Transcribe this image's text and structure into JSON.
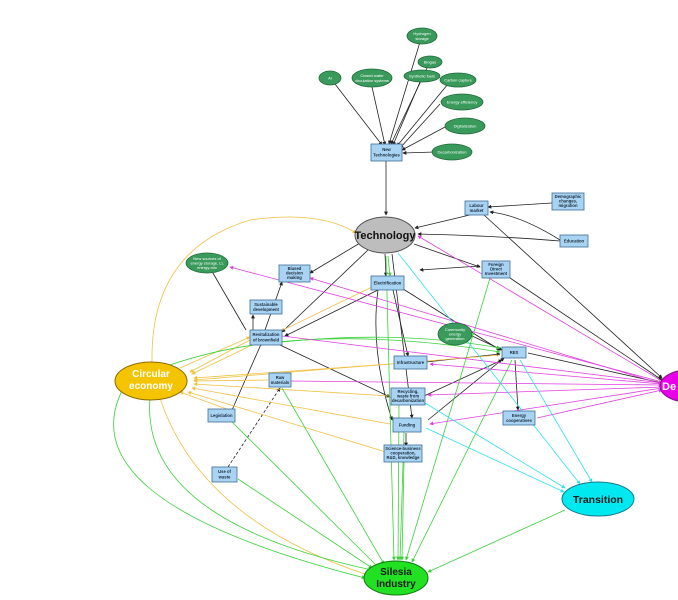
{
  "hubs": {
    "technology": {
      "label": "Technology",
      "color": "#bdbdbd"
    },
    "circular": {
      "line1": "Circular",
      "line2": "economy",
      "color": "#f5c400"
    },
    "silesia": {
      "line1": "Silesia",
      "line2": "Industry",
      "color": "#22e022"
    },
    "transition": {
      "label": "Transition",
      "color": "#00e8f0"
    },
    "de": {
      "label": "De",
      "color": "#e800e8"
    }
  },
  "clouds": {
    "hydrogen": [
      "Hydrogen",
      "storage"
    ],
    "ai": [
      "AI"
    ],
    "closed_water": [
      "Closed water",
      "circulation systems"
    ],
    "biogas": [
      "Biogas"
    ],
    "synthetic": [
      "Synthetic fuels"
    ],
    "carbon_capture": [
      "Carbon capture"
    ],
    "energy_efficiency": [
      "Energy efficiency"
    ],
    "digitalization": [
      "Digitalization"
    ],
    "decarbonization": [
      "Decarbonization"
    ],
    "new_sources": [
      "New sources of",
      "energy storage, Li,",
      "energy-mix"
    ],
    "community": [
      "Community",
      "energy",
      "generation"
    ]
  },
  "boxes": {
    "new_tech": [
      "New",
      "Technologies"
    ],
    "labour": [
      "Labour",
      "market"
    ],
    "demographic": [
      "Demographic",
      "changes,",
      "migration"
    ],
    "education": [
      "Education"
    ],
    "biased": [
      "Biased",
      "decision",
      "making"
    ],
    "sustainable": [
      "Sustainable",
      "development"
    ],
    "revitalization": [
      "Revitalization",
      "of brownfield"
    ],
    "electrification": [
      "Electrification"
    ],
    "fdi": [
      "Foreign",
      "Direct",
      "Investment"
    ],
    "res": [
      "RES"
    ],
    "infrastructure": [
      "Infrastructure"
    ],
    "raw_materials": [
      "Raw",
      "materials"
    ],
    "recycling": [
      "Recycling,",
      "waste from",
      "decarbonization"
    ],
    "energy_coop": [
      "Energy",
      "cooperatives"
    ],
    "legislation": [
      "Legislation"
    ],
    "funding": [
      "Funding"
    ],
    "science": [
      "Science-business",
      "cooperation,",
      "R&D, knowledge"
    ],
    "use_waste": [
      "Use of",
      "waste"
    ]
  }
}
